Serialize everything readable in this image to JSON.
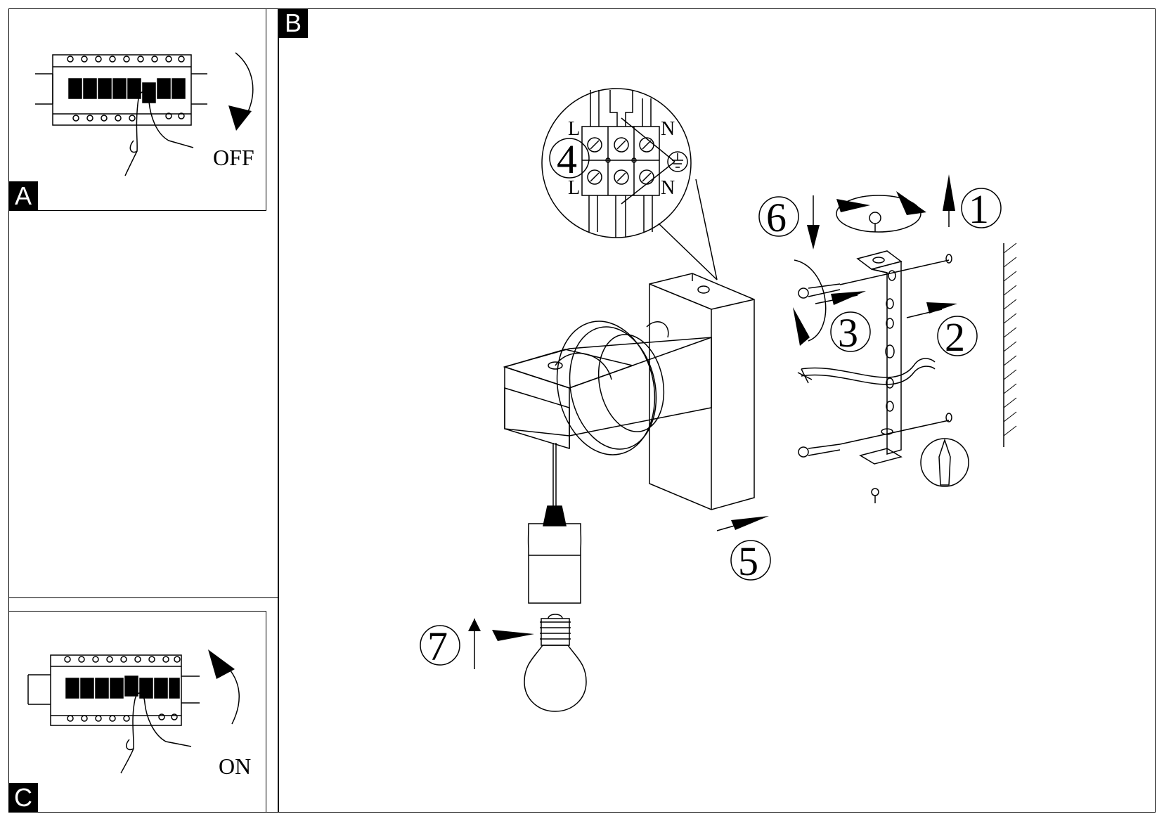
{
  "panels": {
    "a": {
      "tag": "A",
      "state_label": "OFF"
    },
    "b": {
      "tag": "B"
    },
    "c": {
      "tag": "C",
      "state_label": "ON"
    }
  },
  "terminal_labels": {
    "live_top": "L",
    "live_bottom": "L",
    "neutral_top": "N",
    "neutral_bottom": "N"
  },
  "steps": [
    "1",
    "2",
    "3",
    "4",
    "5",
    "6",
    "7"
  ]
}
